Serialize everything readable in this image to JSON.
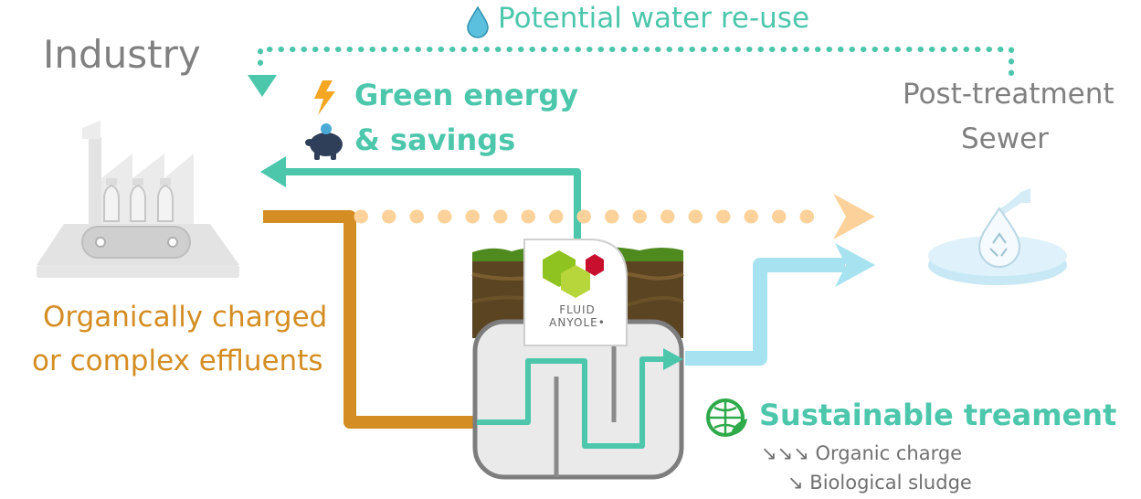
{
  "title": "Industry",
  "water_reuse": {
    "label": "Potential water re-use",
    "icon": "water-drop-icon",
    "color": "#4cc7ac"
  },
  "energy": {
    "line1": "Green energy",
    "line2": "& savings",
    "icons": [
      "lightning-bolt-icon",
      "piggy-bank-icon"
    ]
  },
  "outlet": {
    "line1": "Post-treatment",
    "line2": "Sewer",
    "icon": "water-basin-recycle-icon"
  },
  "effluents": {
    "line1": "Organically charged",
    "line2": "or complex effluents",
    "color": "#d48d22"
  },
  "sustainable": {
    "title": "Sustainable treament",
    "icon": "globe-leaf-icon",
    "items": [
      {
        "arrows": "↘↘↘",
        "label": "Organic charge"
      },
      {
        "arrows": "↘",
        "label": "Biological sludge"
      }
    ]
  },
  "brand": {
    "line1": "FLUID",
    "line2": "ANYOLE",
    "mark": "•",
    "icon": "fluidanyole-logo-icon"
  },
  "colors": {
    "teal": "#4cc7ac",
    "orange": "#d48d22",
    "peach": "#fcd29a",
    "light_blue": "#a6e2ef",
    "gray": "#808080",
    "green_logo": "#8fc31f",
    "red_logo": "#c8102e"
  }
}
